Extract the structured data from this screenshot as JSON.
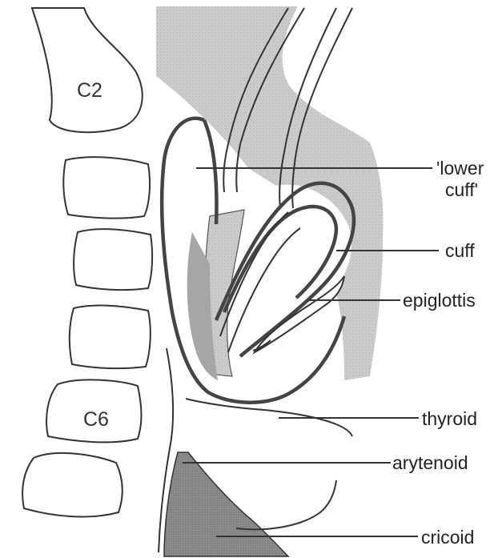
{
  "vertebrae": {
    "upper": "C2",
    "lower": "C6"
  },
  "labels": {
    "lower_cuff_line1": "'lower",
    "lower_cuff_line2": "cuff'",
    "cuff": "cuff",
    "epiglottis": "epiglottis",
    "thyroid": "thyroid",
    "arytenoid": "arytenoid",
    "cricoid": "cricoid"
  },
  "colors": {
    "pharynx_shade": "#c9c9c9",
    "cartilage_dark": "#8c8c8c",
    "cuff_outline": "#444444"
  }
}
